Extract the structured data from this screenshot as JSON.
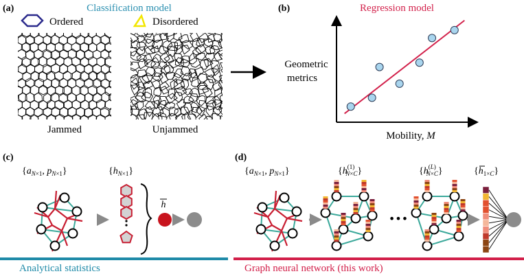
{
  "panel_a": {
    "label": "(a)",
    "title": "Classification model",
    "title_color": "#2a8fb0",
    "legend_ordered": "Ordered",
    "legend_disordered": "Disordered",
    "ordered_marker_color": "#2b2a8c",
    "disordered_marker_color": "#f2e600",
    "caption_left": "Jammed",
    "caption_right": "Unjammed"
  },
  "panel_b": {
    "label": "(b)",
    "title": "Regression model",
    "title_color": "#d2204a",
    "ylabel_line1": "Geometric",
    "ylabel_line2": "metrics",
    "xlabel": "Mobility, ",
    "xlabel_italic": "M"
  },
  "panel_c": {
    "label": "(c)",
    "input_set": "{a",
    "hidden_set": "{h",
    "mean_symbol": "h",
    "footer": "Analytical statistics",
    "footer_color": "#1f8aa8"
  },
  "panel_d": {
    "label": "(d)",
    "footer": "Graph neural network (this work)",
    "footer_color": "#d2204a",
    "dots": "•••"
  },
  "chart_data": {
    "type": "scatter",
    "title": "Regression model",
    "xlabel": "Mobility, M",
    "ylabel": "Geometric metrics",
    "points": [
      {
        "x": 0.07,
        "y": 0.1
      },
      {
        "x": 0.24,
        "y": 0.2
      },
      {
        "x": 0.3,
        "y": 0.55
      },
      {
        "x": 0.46,
        "y": 0.36
      },
      {
        "x": 0.62,
        "y": 0.6
      },
      {
        "x": 0.72,
        "y": 0.88
      },
      {
        "x": 0.9,
        "y": 0.97
      }
    ],
    "fit_line": [
      {
        "x": 0.02,
        "y": 0.02
      },
      {
        "x": 0.98,
        "y": 1.08
      }
    ],
    "point_color": "#a9d5ee",
    "line_color": "#d2204a"
  },
  "colors": {
    "graph_edge": "#3aa89a",
    "voronoi": "#c81e32",
    "node_fill": "#ffffff",
    "polygon_fill": "#d3d3d3",
    "mean_dot": "#c8141e",
    "output_dot": "#8c8c8c",
    "arrow": "#8a8a8a",
    "bar_palette": [
      "#7a1f3c",
      "#e2502f",
      "#f2b632",
      "#f08c7a",
      "#f5b79a",
      "#c0392b",
      "#8b4513"
    ]
  }
}
